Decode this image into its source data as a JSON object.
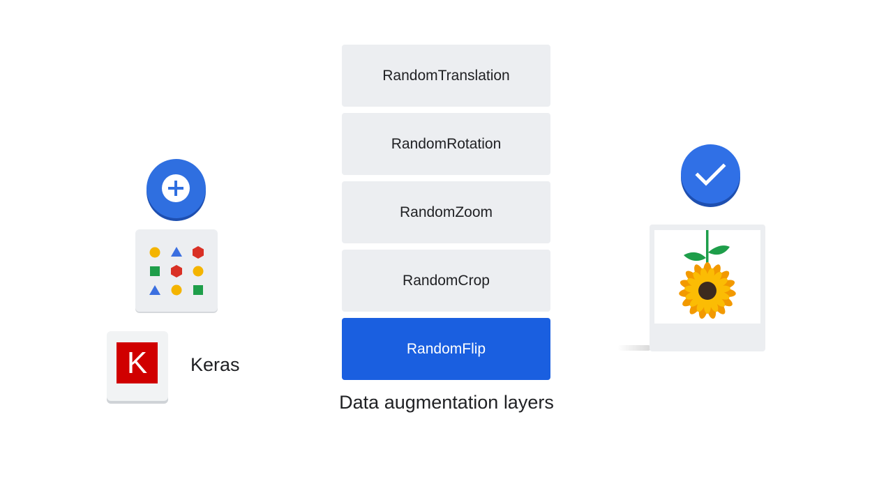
{
  "layers": [
    {
      "label": "RandomTranslation"
    },
    {
      "label": "RandomRotation"
    },
    {
      "label": "RandomZoom"
    },
    {
      "label": "RandomCrop"
    },
    {
      "label": "RandomFlip"
    }
  ],
  "caption": "Data augmentation layers",
  "keras": {
    "logo_letter": "K",
    "label": "Keras"
  },
  "icons": {
    "add": "plus-icon",
    "dataset": "shapes-grid-icon",
    "check": "checkmark-icon",
    "image": "sunflower-icon"
  },
  "colors": {
    "active_layer": "#1a5fe0",
    "layer_bg": "#eceef1",
    "badge_blue": "#3070e6",
    "keras_red": "#d00000"
  }
}
